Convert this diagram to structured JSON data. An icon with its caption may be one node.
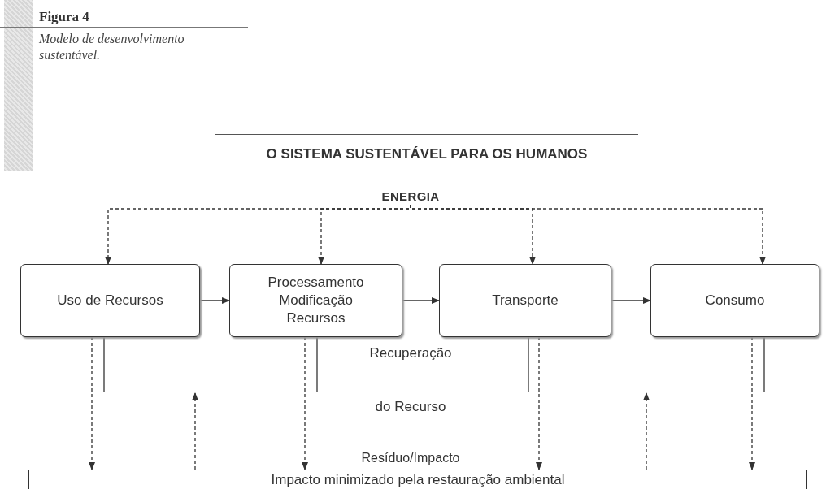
{
  "diagram": {
    "title": "O SISTEMA SUSTENTÁVEL PARA OS HUMANOS",
    "caption": "Modelo de desenvolvimento sustentável.",
    "nodes": [
      {
        "text": [
          "ENERGIA"
        ]
      },
      {
        "text": [
          "Uso de Recursos"
        ]
      },
      {
        "text": [
          "Processamento Modificação Recursos"
        ]
      },
      {
        "text": [
          "Transporte"
        ]
      },
      {
        "text": [
          "Consumo"
        ]
      },
      {
        "text": [
          "Impacto minimizado pela restauração ambiental"
        ]
      },
      {
        "text": [],
        "shape": "bar"
      }
    ],
    "edges": [
      {
        "from": 0,
        "to": 1,
        "arrow": "to",
        "style": "dashed"
      },
      {
        "from": 0,
        "to": 2,
        "arrow": "to",
        "style": "dashed"
      },
      {
        "from": 0,
        "to": 3,
        "arrow": "to",
        "style": "dashed"
      },
      {
        "from": 0,
        "to": 4,
        "arrow": "to",
        "style": "dashed"
      },
      {
        "from": 1,
        "to": 2,
        "arrow": "to"
      },
      {
        "from": 2,
        "to": 3,
        "arrow": "to"
      },
      {
        "from": 3,
        "to": 4,
        "arrow": "to"
      },
      {
        "from": 1,
        "to": 6,
        "arrow": "none"
      },
      {
        "from": 2,
        "to": 6,
        "arrow": "none"
      },
      {
        "from": 3,
        "to": 6,
        "arrow": "none"
      },
      {
        "from": 4,
        "to": 6,
        "arrow": "none"
      },
      {
        "from": 1,
        "to": 5,
        "arrow": "to",
        "style": "dashed"
      },
      {
        "from": 2,
        "to": 5,
        "arrow": "to",
        "style": "dashed"
      },
      {
        "from": 3,
        "to": 5,
        "arrow": "to",
        "style": "dashed"
      },
      {
        "from": 4,
        "to": 5,
        "arrow": "to",
        "style": "dashed"
      },
      {
        "from": 5,
        "to": 6,
        "arrow": "to",
        "style": "dashed"
      },
      {
        "from": 5,
        "to": 6,
        "arrow": "to",
        "style": "dashed"
      }
    ],
    "labels": [
      "Figura 4",
      "Recuperação",
      "do Recurso",
      "Resíduo/Impacto"
    ]
  }
}
